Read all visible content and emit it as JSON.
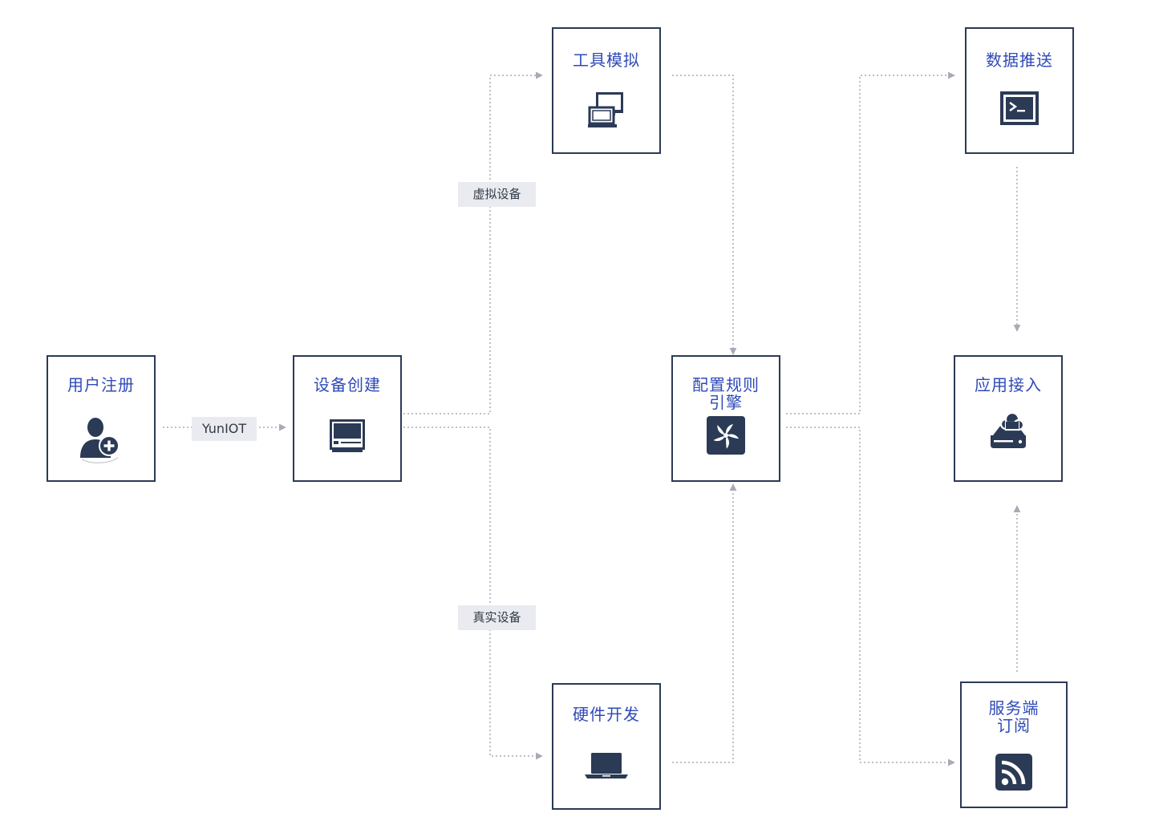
{
  "nodes": {
    "user_register": {
      "label": "用户注册",
      "icon": "user-add-icon"
    },
    "device_create": {
      "label": "设备创建",
      "icon": "device-screen-icon"
    },
    "tool_simulate": {
      "label": "工具模拟",
      "icon": "computers-icon"
    },
    "hardware_dev": {
      "label": "硬件开发",
      "icon": "laptop-icon"
    },
    "rule_engine": {
      "label": "配置规则\n引擎",
      "icon": "fan-icon"
    },
    "data_push": {
      "label": "数据推送",
      "icon": "terminal-icon"
    },
    "app_access": {
      "label": "应用接入",
      "icon": "cloud-drive-icon"
    },
    "server_subscribe": {
      "label": "服务端\n订阅",
      "icon": "rss-icon"
    }
  },
  "tags": {
    "yuniot": "YunIOT",
    "virtual_device": "虚拟设备",
    "real_device": "真实设备"
  },
  "colors": {
    "node_border": "#2b3a55",
    "node_label": "#2f4ab8",
    "icon_fill": "#2b3a55",
    "connector": "#a6abb5",
    "tag_bg": "#e9ebf0"
  }
}
